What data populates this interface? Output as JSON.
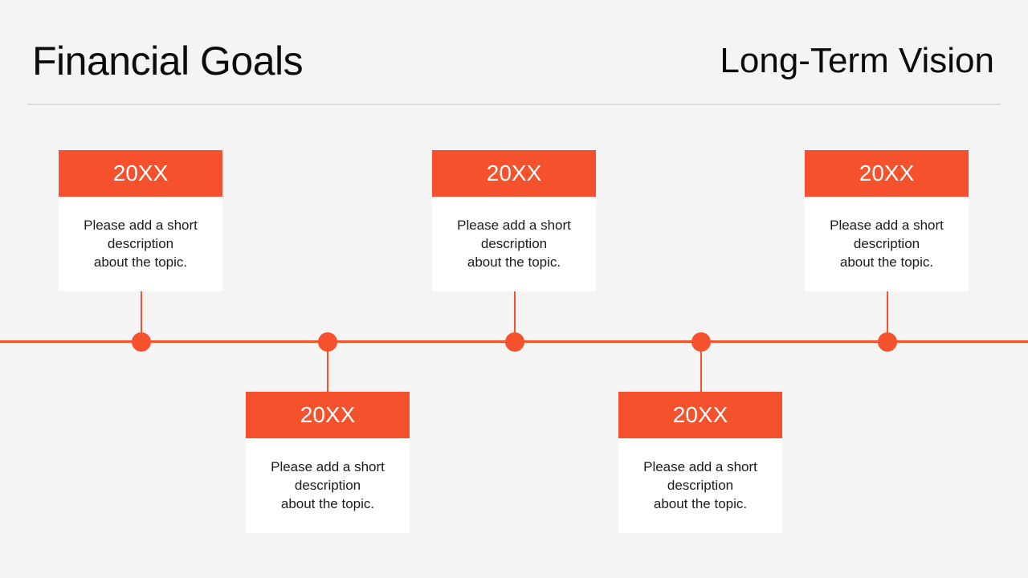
{
  "header": {
    "title": "Financial Goals",
    "subtitle": "Long-Term Vision"
  },
  "colors": {
    "accent": "#f4512c",
    "background": "#f5f4f4",
    "card": "#ffffff"
  },
  "timeline": {
    "milestones": [
      {
        "year": "20XX",
        "lines": [
          "Please add a short",
          "description",
          "about the topic."
        ],
        "position": "above"
      },
      {
        "year": "20XX",
        "lines": [
          "Please add a short",
          "description",
          "about the topic."
        ],
        "position": "below"
      },
      {
        "year": "20XX",
        "lines": [
          "Please add a short",
          "description",
          "about the topic."
        ],
        "position": "above"
      },
      {
        "year": "20XX",
        "lines": [
          "Please add a short",
          "description",
          "about the topic."
        ],
        "position": "below"
      },
      {
        "year": "20XX",
        "lines": [
          "Please add a short",
          "description",
          "about the topic."
        ],
        "position": "above"
      }
    ]
  }
}
